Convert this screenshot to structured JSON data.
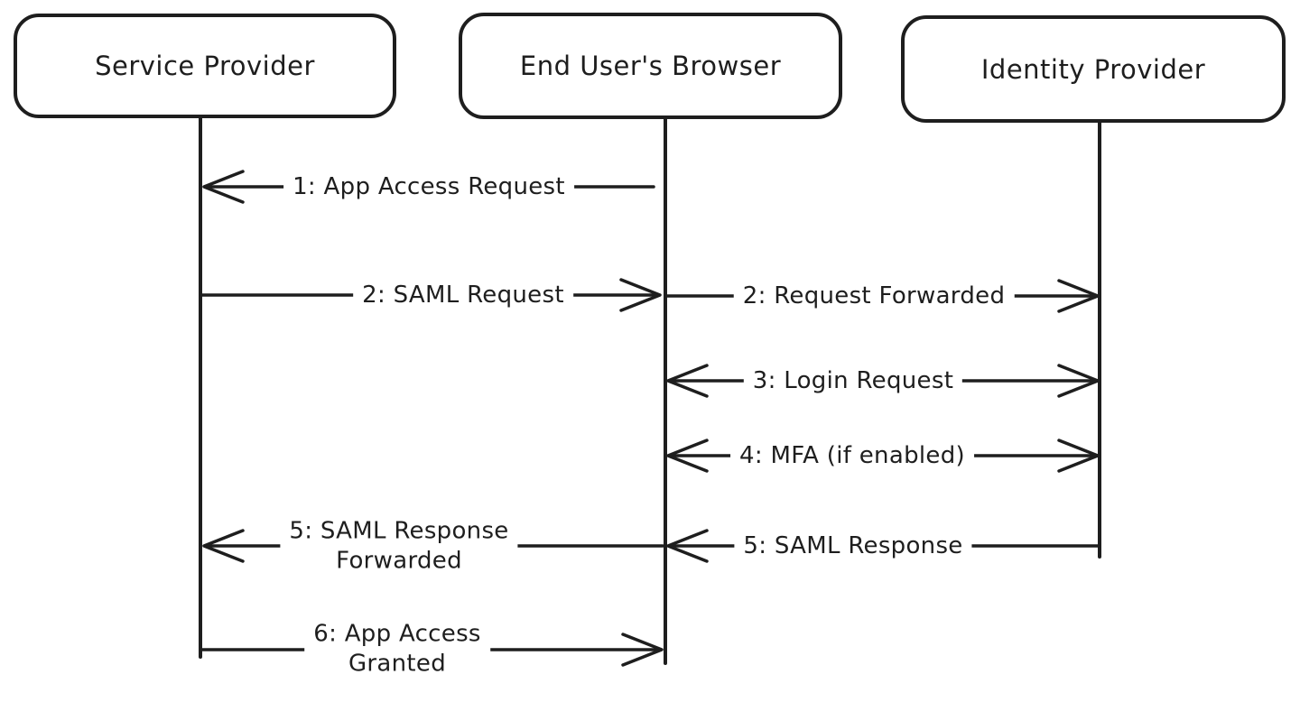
{
  "diagram": {
    "title": "SAML authentication flow sequence diagram",
    "colors": {
      "stroke": "#1e1e1e",
      "background": "#ffffff"
    },
    "actors": [
      {
        "label": "Service Provider"
      },
      {
        "label": "End User's Browser"
      },
      {
        "label": "Identity Provider"
      }
    ],
    "messages": [
      {
        "step": "1",
        "label": "1: App Access Request",
        "from": "End User's Browser",
        "to": "Service Provider",
        "direction": "left"
      },
      {
        "step": "2",
        "label": "2: SAML Request",
        "from": "Service Provider",
        "to": "End User's Browser",
        "direction": "right"
      },
      {
        "step": "2",
        "label": "2: Request Forwarded",
        "from": "End User's Browser",
        "to": "Identity Provider",
        "direction": "right"
      },
      {
        "step": "3",
        "label": "3: Login Request",
        "from": "End User's Browser",
        "to": "Identity Provider",
        "direction": "both"
      },
      {
        "step": "4",
        "label": "4: MFA (if enabled)",
        "from": "End User's Browser",
        "to": "Identity Provider",
        "direction": "both"
      },
      {
        "step": "5",
        "label": "5: SAML Response\nForwarded",
        "from": "End User's Browser",
        "to": "Service Provider",
        "direction": "left"
      },
      {
        "step": "5",
        "label": "5: SAML Response",
        "from": "Identity Provider",
        "to": "End User's Browser",
        "direction": "left"
      },
      {
        "step": "6",
        "label": "6: App Access\nGranted",
        "from": "Service Provider",
        "to": "End User's Browser",
        "direction": "right"
      }
    ]
  }
}
